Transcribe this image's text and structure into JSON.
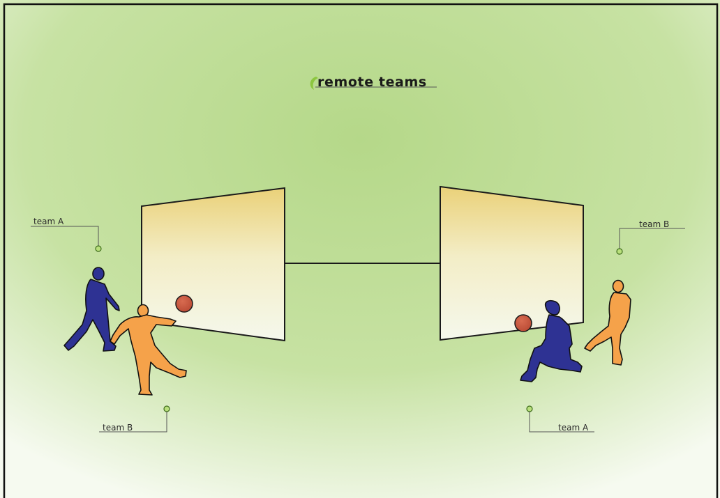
{
  "title": "remote teams",
  "labels": {
    "left_top": "team A",
    "left_bottom": "team B",
    "right_top": "team B",
    "right_bottom": "team A"
  },
  "colors": {
    "background_center": "#b7d98a",
    "background_edge": "#f4f9ee",
    "team_a_figure": "#2e3293",
    "team_b_figure": "#f5a24a",
    "ball": "#c8553d",
    "screen_top": "#ecd27a",
    "screen_bottom": "#f6f8ea",
    "marker": "#8cc63f"
  }
}
